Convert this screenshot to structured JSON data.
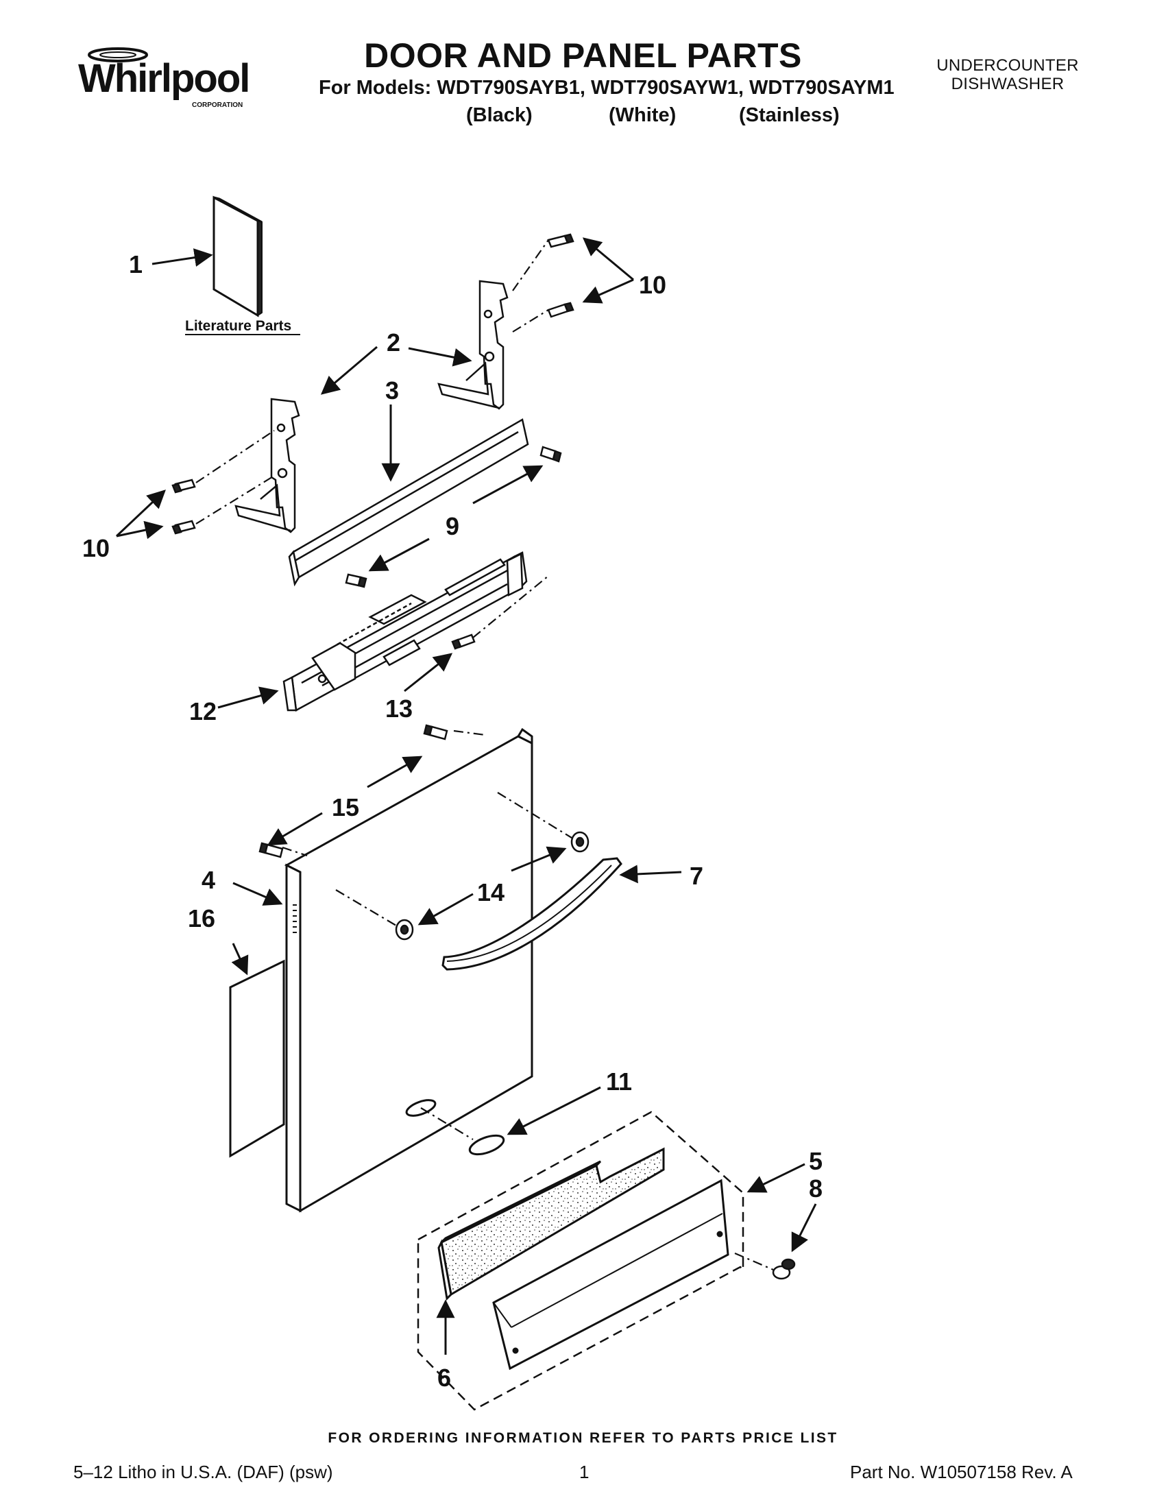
{
  "brand": {
    "logo_text": "Whirlpool",
    "logo_subtext": "CORPORATION"
  },
  "header": {
    "title": "DOOR AND PANEL PARTS",
    "models_line": "For Models: WDT790SAYB1, WDT790SAYW1, WDT790SAYM1",
    "variants": [
      "(Black)",
      "(White)",
      "(Stainless)"
    ],
    "appliance_type_line1": "UNDERCOUNTER",
    "appliance_type_line2": "DISHWASHER"
  },
  "diagram": {
    "callouts": [
      "1",
      "2",
      "3",
      "4",
      "5",
      "6",
      "7",
      "8",
      "9",
      "10",
      "10",
      "11",
      "12",
      "13",
      "14",
      "15",
      "16"
    ],
    "literature_label": "Literature Parts"
  },
  "footer": {
    "ordering_info": "FOR ORDERING INFORMATION REFER TO PARTS PRICE LIST",
    "litho": "5‒12 Litho in U.S.A. (DAF) (psw)",
    "page_number": "1",
    "part_number": "Part No. W10507158 Rev. A"
  }
}
